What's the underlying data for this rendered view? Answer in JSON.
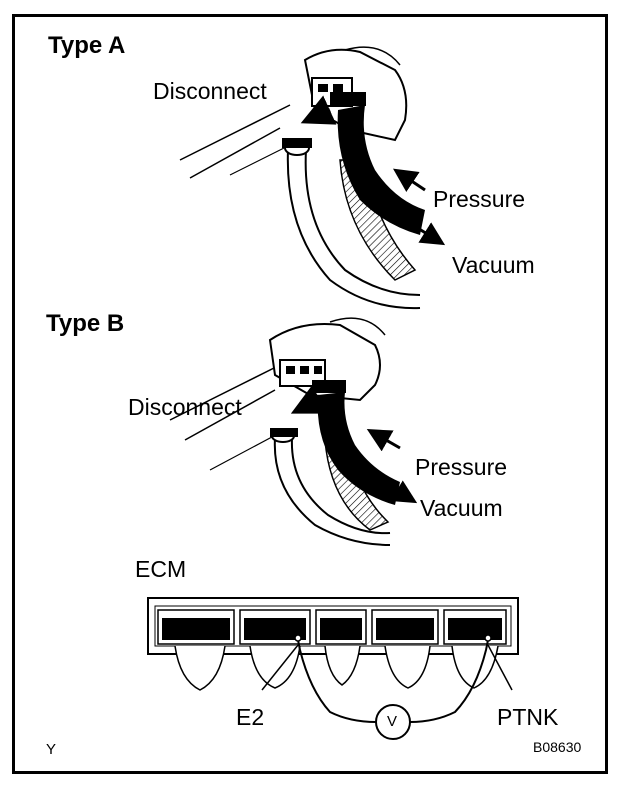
{
  "type_a": {
    "title": "Type A",
    "disconnect_label": "Disconnect",
    "pressure_label": "Pressure",
    "vacuum_label": "Vacuum"
  },
  "type_b": {
    "title": "Type B",
    "disconnect_label": "Disconnect",
    "pressure_label": "Pressure",
    "vacuum_label": "Vacuum"
  },
  "ecm": {
    "title": "ECM",
    "terminal_left": "E2",
    "terminal_right": "PTNK",
    "meter_symbol": "V"
  },
  "footer": {
    "corner_mark": "Y",
    "figure_code": "B08630"
  }
}
